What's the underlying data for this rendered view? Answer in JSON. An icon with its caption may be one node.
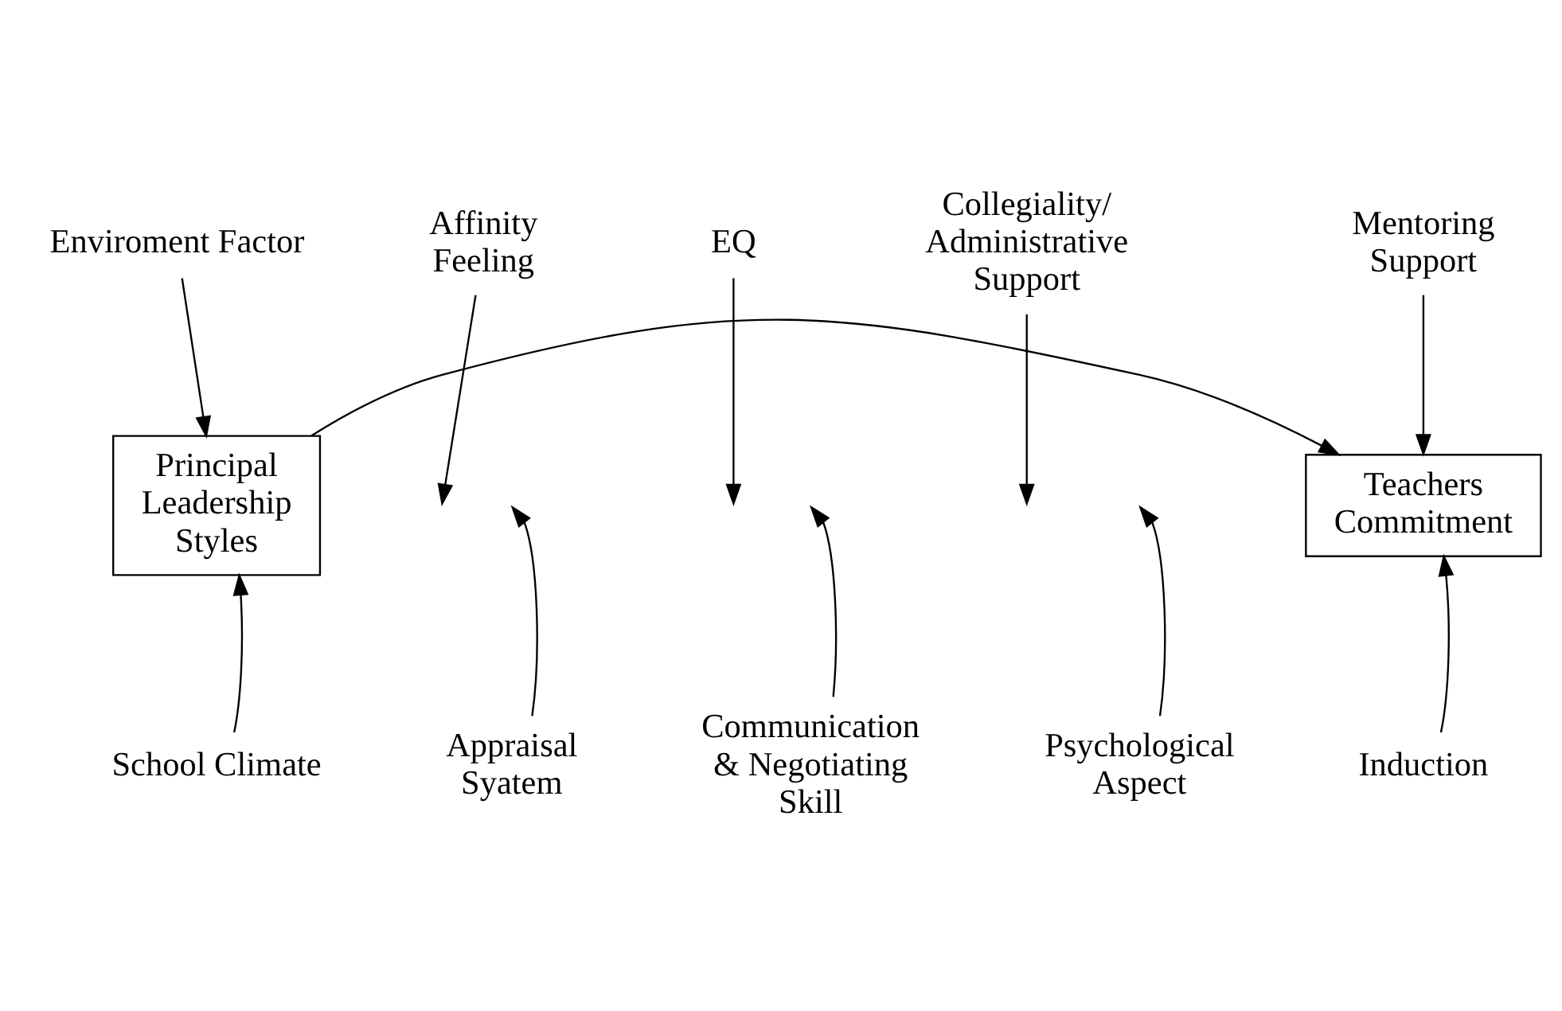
{
  "diagram": {
    "nodes": [
      {
        "text": [
          "Principal Leadership Styles"
        ]
      },
      {
        "text": [
          "Teachers Commitment"
        ]
      },
      {
        "text": [
          "Enviroment Factor"
        ]
      },
      {
        "text": [
          "School Climate"
        ]
      },
      {
        "text": [
          "Mentoring Support"
        ]
      },
      {
        "text": [
          "Induction"
        ]
      },
      {
        "text": [
          "Affinity Feeling"
        ]
      },
      {
        "text": [
          "EQ"
        ]
      },
      {
        "text": [
          "Collegiality/ Administrative Support"
        ]
      },
      {
        "text": [
          "Appraisal Syatem"
        ]
      },
      {
        "text": [
          "Communication & Negotiating Skill"
        ]
      },
      {
        "text": [
          "Psychological Aspect"
        ]
      }
    ],
    "edges": [
      {
        "from": 0,
        "to": 1,
        "arrow": "to"
      },
      {
        "from": 2,
        "to": 0,
        "arrow": "to"
      },
      {
        "from": 3,
        "to": 0,
        "arrow": "to"
      },
      {
        "from": 4,
        "to": 1,
        "arrow": "to"
      },
      {
        "from": 5,
        "to": 1,
        "arrow": "to"
      },
      {
        "from": 6,
        "to": null,
        "arrow": "to"
      },
      {
        "from": 7,
        "to": null,
        "arrow": "to"
      },
      {
        "from": 8,
        "to": null,
        "arrow": "to"
      },
      {
        "from": 9,
        "to": null,
        "arrow": "to"
      },
      {
        "from": 10,
        "to": null,
        "arrow": "to"
      },
      {
        "from": 11,
        "to": null,
        "arrow": "to"
      }
    ]
  }
}
